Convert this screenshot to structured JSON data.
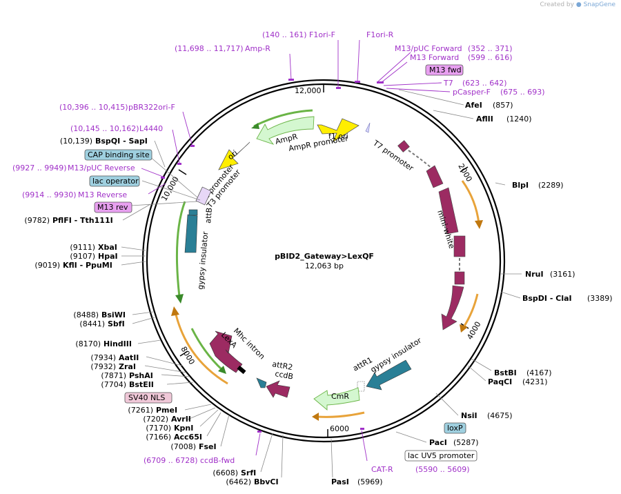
{
  "credit": {
    "prefix": "Created by",
    "brand": "SnapGene"
  },
  "plasmid": {
    "name": "pBID2_Gateway>LexQF",
    "length_label": "12,063 bp",
    "length": 12063
  },
  "tick_labels": [
    "12,000",
    "2000",
    "4000",
    "6000",
    "8000",
    "10,000"
  ],
  "colors": {
    "maroon": "#9c2b62",
    "teal": "#2a7f96",
    "yellow": "#ffee00",
    "pale_green": "#d4f7d0",
    "orange": "#e8a33a",
    "green": "#6ab446",
    "purple_text": "#a030c8",
    "tag_purple": "#e8a0f0",
    "tag_blue": "#9fd0e0",
    "tag_pink": "#f0c8d8"
  },
  "features": [
    {
      "label": "ori"
    },
    {
      "label": "f1 ori"
    },
    {
      "label": "AmpR"
    },
    {
      "label": "AmpR promoter"
    },
    {
      "label": "T7 promoter"
    },
    {
      "label": "mini-white"
    },
    {
      "label": "gypsy insulator"
    },
    {
      "label": "attR1"
    },
    {
      "label": "CmR"
    },
    {
      "label": "attR2"
    },
    {
      "label": "ccdB"
    },
    {
      "label": "Mhc intron"
    },
    {
      "label": "LexA"
    },
    {
      "label": "gypsy insulator"
    },
    {
      "label": "attB"
    },
    {
      "label": "lac promoter"
    },
    {
      "label": "T3 promoter"
    }
  ],
  "sites": [
    {
      "name": "AfeI",
      "pos": "(857)"
    },
    {
      "name": "AflII",
      "pos": "(1240)"
    },
    {
      "name": "BlpI",
      "pos": "(2289)"
    },
    {
      "name": "NruI",
      "pos": "(3161)"
    },
    {
      "name": "BspDI  - ClaI",
      "pos": "(3389)"
    },
    {
      "name": "BstBI",
      "pos": "(4167)"
    },
    {
      "name": "PaqCI",
      "pos": "(4231)"
    },
    {
      "name": "NsiI",
      "pos": "(4675)"
    },
    {
      "name": "PacI",
      "pos": "(5287)"
    },
    {
      "name": "PasI",
      "pos": "(5969)"
    },
    {
      "name": "BbvCI",
      "pos": "(6462)"
    },
    {
      "name": "SrfI",
      "pos": "(6608)"
    },
    {
      "name": "FseI",
      "pos": "(7008)"
    },
    {
      "name": "Acc65I",
      "pos": "(7166)"
    },
    {
      "name": "KpnI",
      "pos": "(7170)"
    },
    {
      "name": "AvrII",
      "pos": "(7202)"
    },
    {
      "name": "PmeI",
      "pos": "(7261)"
    },
    {
      "name": "BstEII",
      "pos": "(7704)"
    },
    {
      "name": "PshAI",
      "pos": "(7871)"
    },
    {
      "name": "ZraI",
      "pos": "(7932)"
    },
    {
      "name": "AatII",
      "pos": "(7934)"
    },
    {
      "name": "HindIII",
      "pos": "(8170)"
    },
    {
      "name": "SbfI",
      "pos": "(8441)"
    },
    {
      "name": "BsiWI",
      "pos": "(8488)"
    },
    {
      "name": "KflI  - PpuMI",
      "pos": "(9019)"
    },
    {
      "name": "HpaI",
      "pos": "(9107)"
    },
    {
      "name": "XbaI",
      "pos": "(9111)"
    },
    {
      "name": "PflFI  - Tth111I",
      "pos": "(9782)"
    },
    {
      "name": "BspQI  - SapI",
      "pos": "(10,139)"
    }
  ],
  "primers": [
    {
      "name": "F1ori-F",
      "range": "(140 .. 161)"
    },
    {
      "name": "F1ori-R",
      "range": ""
    },
    {
      "name": "Amp-R",
      "range": "(11,698 .. 11,717)"
    },
    {
      "name": "M13/pUC Forward",
      "range": "(352 .. 371)"
    },
    {
      "name": "M13 Forward",
      "range": "(599 .. 616)"
    },
    {
      "name": "T7",
      "range": "(623 .. 642)"
    },
    {
      "name": "pCasper-F",
      "range": "(675 .. 693)"
    },
    {
      "name": "pBR322ori-F",
      "range": "(10,396 .. 10,415)"
    },
    {
      "name": "L4440",
      "range": "(10,145 .. 10,162)"
    },
    {
      "name": "M13/pUC Reverse",
      "range": "(9927 .. 9949)"
    },
    {
      "name": "M13 Reverse",
      "range": "(9914 .. 9930)"
    },
    {
      "name": "ccdB-fwd",
      "range": "(6709 .. 6728)"
    },
    {
      "name": "CAT-R",
      "range": "(5590 .. 5609)"
    }
  ],
  "tags": [
    {
      "label": "M13 fwd"
    },
    {
      "label": "CAP binding site"
    },
    {
      "label": "lac operator"
    },
    {
      "label": "M13 rev"
    },
    {
      "label": "SV40 NLS"
    },
    {
      "label": "loxP"
    },
    {
      "label": "lac UV5 promoter"
    }
  ]
}
